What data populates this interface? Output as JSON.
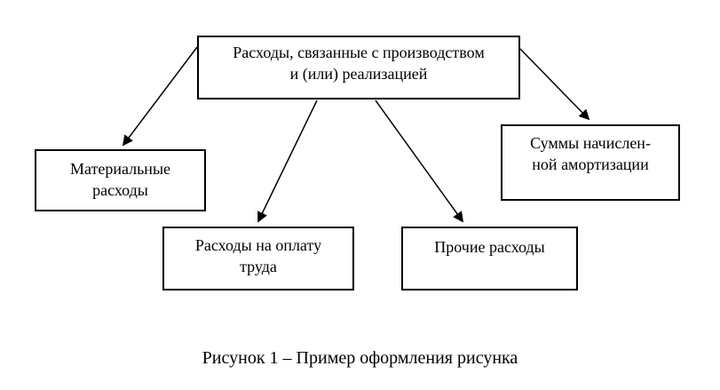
{
  "colors": {
    "background": "#ffffff",
    "line": "#000000",
    "text": "#000000"
  },
  "diagram": {
    "type": "flowchart",
    "root": {
      "lines": [
        "Расходы, связанные с производством",
        "и (или) реализацией"
      ]
    },
    "material": {
      "lines": [
        "Материальные",
        "расходы"
      ]
    },
    "labor": {
      "lines": [
        "Расходы на оплату",
        "труда"
      ]
    },
    "other": {
      "lines": [
        "Прочие расходы"
      ]
    },
    "amortization": {
      "lines": [
        "Суммы начислен-",
        "ной амортизации"
      ]
    },
    "edges": [
      {
        "from": "root",
        "to": "material"
      },
      {
        "from": "root",
        "to": "labor"
      },
      {
        "from": "root",
        "to": "other"
      },
      {
        "from": "root",
        "to": "amortization"
      }
    ]
  },
  "caption": "Рисунок 1 – Пример оформления рисунка"
}
